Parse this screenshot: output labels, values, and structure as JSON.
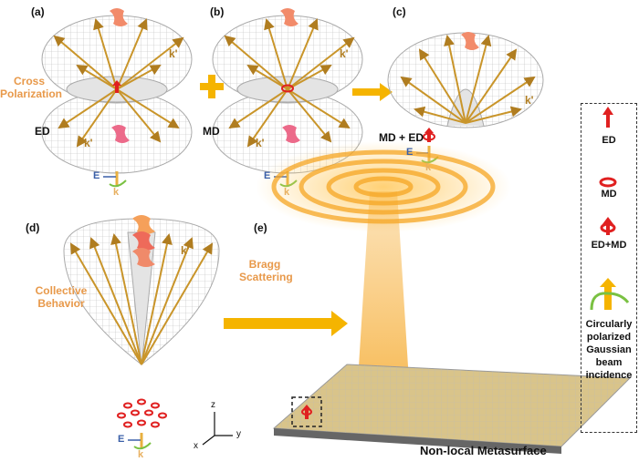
{
  "panels": {
    "a": {
      "label": "(a)",
      "name": "ED",
      "k_label": "k'"
    },
    "b": {
      "label": "(b)",
      "name": "MD",
      "k_label": "k'"
    },
    "c": {
      "label": "(c)",
      "name": "MD + ED",
      "k_label": "k'"
    },
    "d": {
      "label": "(d)",
      "k_label": "k'"
    },
    "e": {
      "label": "(e)"
    }
  },
  "annotations": {
    "cross_polarization": "Cross Polarization",
    "collective_behavior": "Collective Behavior",
    "bragg_scattering": "Bragg Scattering",
    "metasurface": "Non-local Metasurface",
    "E": "E",
    "k": "k",
    "axes": {
      "x": "x",
      "y": "y",
      "z": "z"
    }
  },
  "legend": {
    "items": [
      {
        "label": "ED"
      },
      {
        "label": "MD"
      },
      {
        "label": "ED+MD"
      },
      {
        "label": "Circularly polarized Gaussian beam incidence"
      }
    ]
  },
  "colors": {
    "arrow": "#c9952a",
    "accent": "#f5b400",
    "ed": "#e02020",
    "E": "#3a5fa8",
    "k": "#e8b060",
    "green": "#7ac142",
    "orange_text": "#e8994a"
  }
}
